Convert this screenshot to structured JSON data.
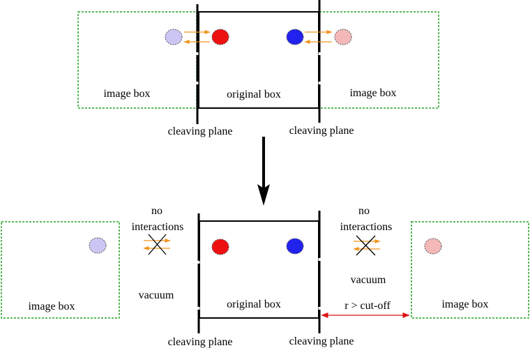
{
  "top": {
    "left_image_box": "image box",
    "original_box": "original box",
    "right_image_box": "image box",
    "left_plane": "cleaving plane",
    "right_plane": "cleaving plane"
  },
  "bottom": {
    "left_image_box": "image box",
    "original_box": "original box",
    "right_image_box": "image box",
    "left_plane": "cleaving plane",
    "right_plane": "cleaving plane",
    "left_no_interactions_line1": "no",
    "left_no_interactions_line2": "interactions",
    "right_no_interactions_line1": "no",
    "right_no_interactions_line2": "interactions",
    "left_vacuum": "vacuum",
    "right_vacuum": "vacuum",
    "cutoff_label": "r > cut-off"
  },
  "colors": {
    "image_box_border": "#22a022",
    "box_border": "#000000",
    "red_atom": "#ee1111",
    "blue_atom": "#2222ee",
    "image_red_atom": "#f4b8b8",
    "image_blue_atom": "#ccc6f4",
    "interaction_arrow": "#f0941a",
    "cutoff_arrow": "#dd1111"
  }
}
